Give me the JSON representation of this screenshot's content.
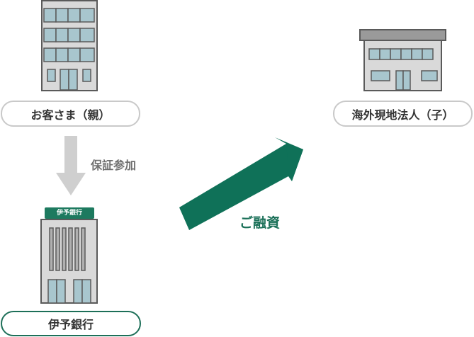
{
  "parent_company": {
    "label": "お客さま（親）"
  },
  "guarantee": {
    "label": "保証参加"
  },
  "bank": {
    "label": "伊予銀行",
    "sign": "伊予銀行"
  },
  "financing": {
    "label": "ご融資"
  },
  "subsidiary": {
    "label": "海外現地法人（子）"
  },
  "colors": {
    "accent_green": "#0f7158",
    "pill_gray_border": "#c9c9c9",
    "building_gray": "#d9d9d9",
    "window_blue": "#a8c6ce",
    "outline": "#5a5a5a"
  }
}
